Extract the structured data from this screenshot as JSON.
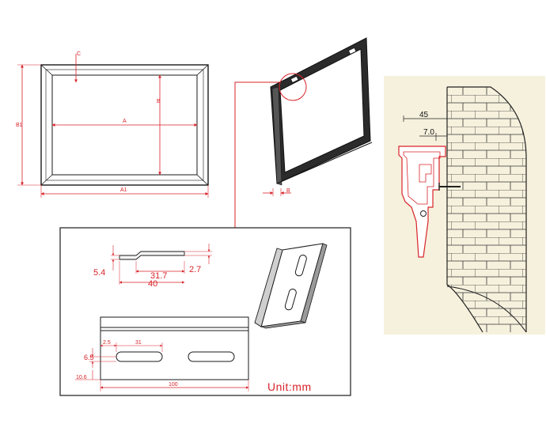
{
  "frame_front_view": {
    "label_c": "C",
    "label_b": "B",
    "label_a": "A",
    "label_b1": "B1",
    "label_a1": "A1"
  },
  "frame_perspective": {
    "label_b": "B"
  },
  "clip_side_profile": {
    "dim_5_4": "5.4",
    "dim_31_7": "31.7",
    "dim_2_7": "2.7",
    "dim_40": "40"
  },
  "clip_front": {
    "dim_2_5": "2.5",
    "dim_31": "31",
    "dim_6_5": "6.5",
    "dim_10_6": "10.6",
    "dim_100": "100"
  },
  "units": {
    "label": "Unit:mm"
  },
  "wall_section": {
    "dim_45": "45",
    "dim_7_0": "7.0"
  },
  "colors": {
    "dimension": "#d8232a",
    "outline": "#1a1a1a",
    "wall_bg": "#f6f1dd"
  }
}
